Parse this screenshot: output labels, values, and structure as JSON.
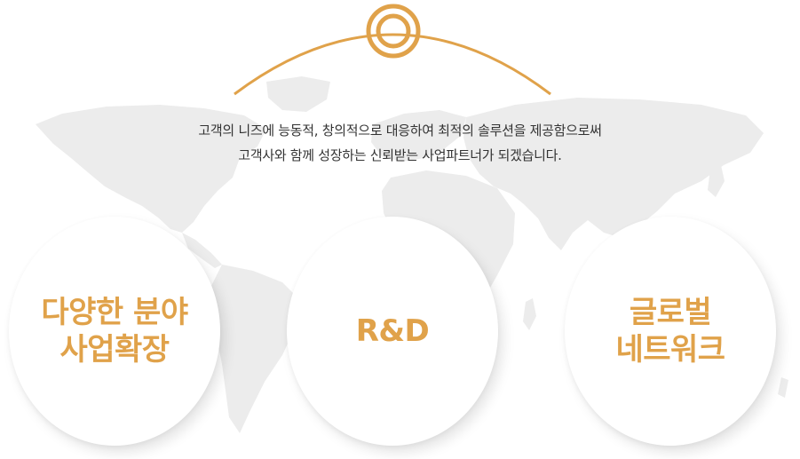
{
  "intro": {
    "line1": "고객의 니즈에 능동적, 창의적으로 대응하여 최적의 솔루션을 제공함으로써",
    "line2": "고객사와 함께 성장하는 신뢰받는 사업파트너가 되겠습니다."
  },
  "circles": [
    {
      "line1": "다양한 분야",
      "line2": "사업확장"
    },
    {
      "line1": "R&D"
    },
    {
      "line1": "글로벌",
      "line2": "네트워크"
    }
  ],
  "colors": {
    "accent": "#e0a24a",
    "map": "#ececec",
    "text": "#333333"
  },
  "icons": {
    "emblem": "orbit-ring-icon",
    "background": "world-map-icon"
  }
}
